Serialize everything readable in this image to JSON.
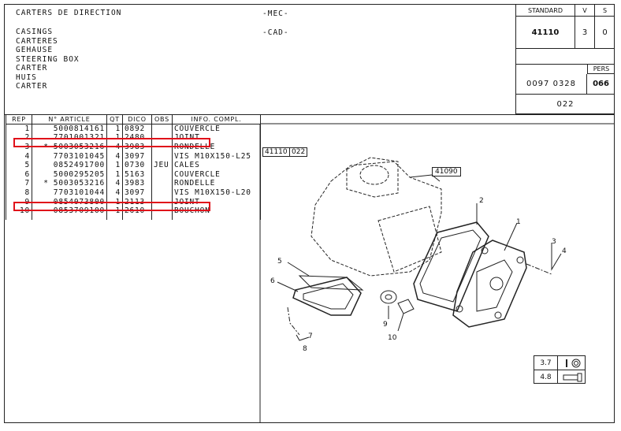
{
  "header": {
    "title": "CARTERS DE DIRECTION",
    "mec": "-MEC-",
    "cad": "-CAD-",
    "translations": [
      "CASINGS",
      "CARTERES",
      "GEHAUSE",
      "STEERING BOX",
      "CARTER",
      "HUIS",
      "CARTER"
    ]
  },
  "info_box": {
    "standard_label": "STANDARD",
    "v_label": "V",
    "s_label": "S",
    "standard": "41110",
    "v": "3",
    "s": "0",
    "pers_label": "PERS",
    "ref": "0097 0328",
    "pers": "066",
    "page": "022"
  },
  "table": {
    "columns": [
      "REP",
      "N° ARTICLE",
      "QT",
      "DICO",
      "OBS",
      "INFO. COMPL."
    ],
    "rows": [
      {
        "rep": "1",
        "star": "",
        "article": "5000814161",
        "qt": "1",
        "dico": "0892",
        "obs": "",
        "info": "COUVERCLE",
        "highlight": false
      },
      {
        "rep": "2",
        "star": "",
        "article": "7701001321",
        "qt": "1",
        "dico": "2480",
        "obs": "",
        "info": "JOINT",
        "highlight": true
      },
      {
        "rep": "3",
        "star": "*",
        "article": "5003053216",
        "qt": "4",
        "dico": "3983",
        "obs": "",
        "info": "RONDELLE",
        "highlight": false
      },
      {
        "rep": "4",
        "star": "",
        "article": "7703101045",
        "qt": "4",
        "dico": "3097",
        "obs": "",
        "info": "VIS M10X150-L25",
        "highlight": false
      },
      {
        "rep": "5",
        "star": "",
        "article": "0852491700",
        "qt": "1",
        "dico": "0730",
        "obs": "JEU",
        "info": "CALES",
        "highlight": false
      },
      {
        "rep": "6",
        "star": "",
        "article": "5000295205",
        "qt": "1",
        "dico": "5163",
        "obs": "",
        "info": "COUVERCLE",
        "highlight": false
      },
      {
        "rep": "7",
        "star": "*",
        "article": "5003053216",
        "qt": "4",
        "dico": "3983",
        "obs": "",
        "info": "RONDELLE",
        "highlight": false
      },
      {
        "rep": "8",
        "star": "",
        "article": "7703101044",
        "qt": "4",
        "dico": "3097",
        "obs": "",
        "info": "VIS M10X150-L20",
        "highlight": false
      },
      {
        "rep": "9",
        "star": "",
        "article": "0854073800",
        "qt": "1",
        "dico": "2113",
        "obs": "",
        "info": "JOINT",
        "highlight": true
      },
      {
        "rep": "10",
        "star": "",
        "article": "0853709100",
        "qt": "1",
        "dico": "2610",
        "obs": "",
        "info": "BOUCHON",
        "highlight": false
      }
    ]
  },
  "diagram": {
    "ref_a": "41110",
    "ref_b": "022",
    "ref_link": "41090",
    "callouts": [
      "1",
      "2",
      "3",
      "4",
      "5",
      "6",
      "7",
      "8",
      "9",
      "10"
    ]
  },
  "torque": [
    {
      "value": "3.7",
      "icon": "washer-icon"
    },
    {
      "value": "4.8",
      "icon": "bolt-icon"
    }
  ],
  "colors": {
    "highlight": "#e0101a"
  }
}
